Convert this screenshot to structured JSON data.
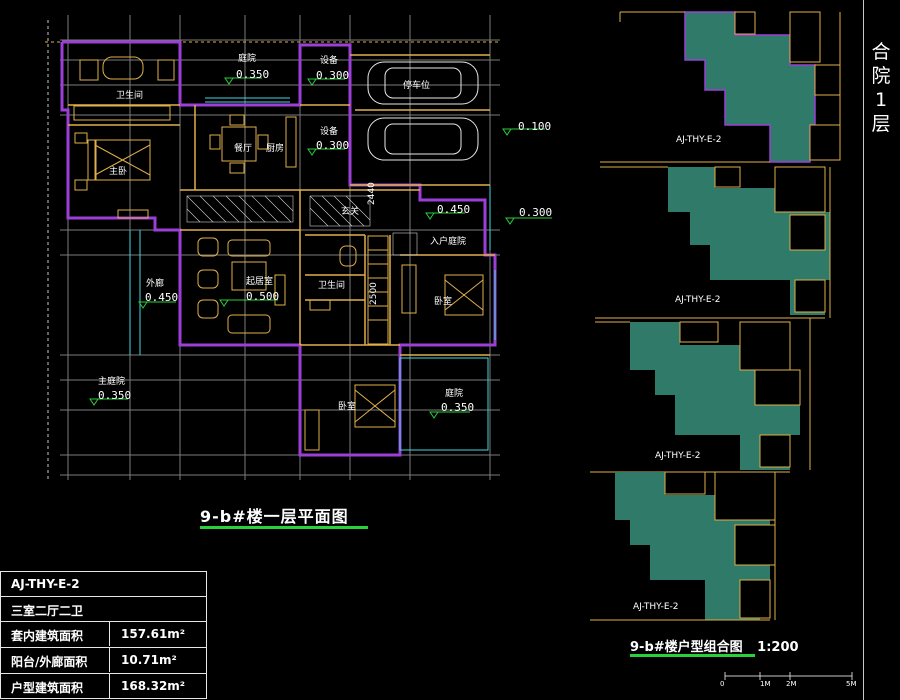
{
  "plan": {
    "title": "9-b#楼一层平面图",
    "rooms": {
      "bath1": "卫生间",
      "master": "主卧",
      "court1": "庭院",
      "court1_level": "0.350",
      "equip1": "设备",
      "equip1_level": "0.300",
      "equip2": "设备",
      "equip2_level": "0.300",
      "parking": "停车位",
      "dining": "餐厅",
      "kitchen": "厨房",
      "level_0100": "0.100",
      "foyer": "玄关",
      "entry_court": "入户庭院",
      "entry_level": "0.450",
      "right_level": "0.300",
      "corridor": "外廊",
      "corridor_level": "0.450",
      "living": "起居室",
      "living_level": "0.500",
      "bath2": "卫生间",
      "bed1": "卧室",
      "main_court": "主庭院",
      "main_court_level": "0.350",
      "bed2": "卧室",
      "court2": "庭院",
      "court2_level": "0.350",
      "stair_a": "2440",
      "stair_b": "2500"
    }
  },
  "info": {
    "code": "AJ-THY-E-2",
    "layout": "三室二厅二卫",
    "indoor_label": "套内建筑面积",
    "indoor_value": "157.61m²",
    "balcony_label": "阳台/外廊面积",
    "balcony_value": "10.71m²",
    "total_label": "户型建筑面积",
    "total_value": "168.32m²"
  },
  "combo": {
    "title": "9-b#楼户型组合图",
    "scale": "1:200",
    "unit_code": "AJ-THY-E-2",
    "scale_bar": [
      "0",
      "1M",
      "2M",
      "5M"
    ],
    "units": [
      {
        "code": "AJ-THY-E-2"
      },
      {
        "code": "AJ-THY-E-2"
      },
      {
        "code": "AJ-THY-E-2"
      },
      {
        "code": "AJ-THY-E-2"
      }
    ]
  },
  "sidebar": {
    "title": "合院1层"
  },
  "colors": {
    "background": "#000000",
    "wall": "#9b3fd6",
    "wall_outline": "#e0b04a",
    "teal_fill": "#2f7a68",
    "accent_green": "#27d13c",
    "grid_line": "#8a8a8a",
    "dim_line": "#3fd7e0"
  }
}
